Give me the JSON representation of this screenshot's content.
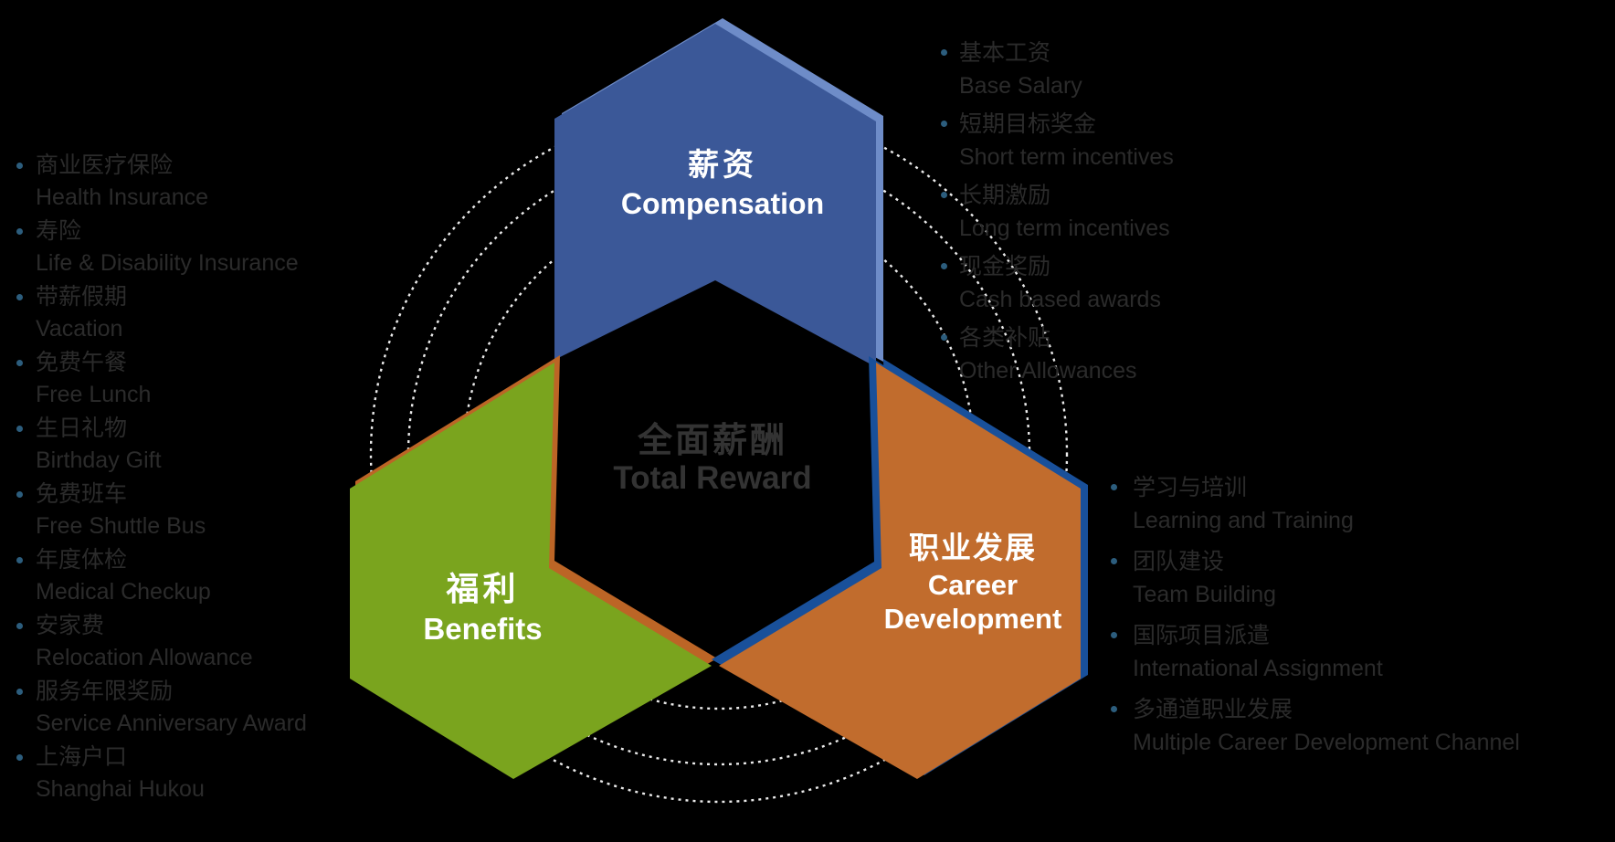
{
  "colors": {
    "background": "#000000",
    "compensation": "#3B5898",
    "compensation_bevel": "#6E8CC8",
    "benefits": "#7AA41E",
    "benefits_bevel": "#BC6526",
    "career": "#C16C2D",
    "career_bevel": "#19509A",
    "bullet": "#2C5D7D",
    "list_text": "#2B2B2B",
    "center_text": "#333333",
    "label_text": "#FFFFFF",
    "circle_stroke": "#FFFFFF"
  },
  "center_label": {
    "zh": "全面薪酬",
    "en": "Total Reward"
  },
  "hexagons": {
    "compensation": {
      "zh": "薪资",
      "en": "Compensation"
    },
    "benefits": {
      "zh": "福利",
      "en": "Benefits"
    },
    "career": {
      "zh": "职业发展",
      "en_line1": "Career",
      "en_line2": "Development"
    }
  },
  "lists": {
    "benefits": [
      {
        "zh": "商业医疗保险",
        "en": "Health Insurance"
      },
      {
        "zh": "寿险",
        "en": "Life & Disability Insurance"
      },
      {
        "zh": "带薪假期",
        "en": "Vacation"
      },
      {
        "zh": "免费午餐",
        "en": "Free Lunch"
      },
      {
        "zh": "生日礼物",
        "en": "Birthday Gift"
      },
      {
        "zh": "免费班车",
        "en": "Free Shuttle Bus"
      },
      {
        "zh": "年度体检",
        "en": "Medical Checkup"
      },
      {
        "zh": "安家费",
        "en": "Relocation Allowance"
      },
      {
        "zh": "服务年限奖励",
        "en": "Service Anniversary Award"
      },
      {
        "zh": "上海户口",
        "en": "Shanghai Hukou"
      }
    ],
    "compensation": [
      {
        "zh": "基本工资",
        "en": "Base Salary"
      },
      {
        "zh": "短期目标奖金",
        "en": "Short term incentives"
      },
      {
        "zh": "长期激励",
        "en": "Long term incentives"
      },
      {
        "zh": "现金奖励",
        "en": "Cash based awards"
      },
      {
        "zh": "各类补贴",
        "en": "Other Allowances"
      }
    ],
    "career": [
      {
        "zh": "学习与培训",
        "en": "Learning and Training"
      },
      {
        "zh": "团队建设",
        "en": "Team Building"
      },
      {
        "zh": "国际项目派遣",
        "en": "International Assignment"
      },
      {
        "zh": "多通道职业发展",
        "en": "Multiple Career Development Channel"
      }
    ]
  },
  "decorations": {
    "circle_radii": {
      "inner": 279,
      "middle": 340,
      "outer": 381
    }
  }
}
